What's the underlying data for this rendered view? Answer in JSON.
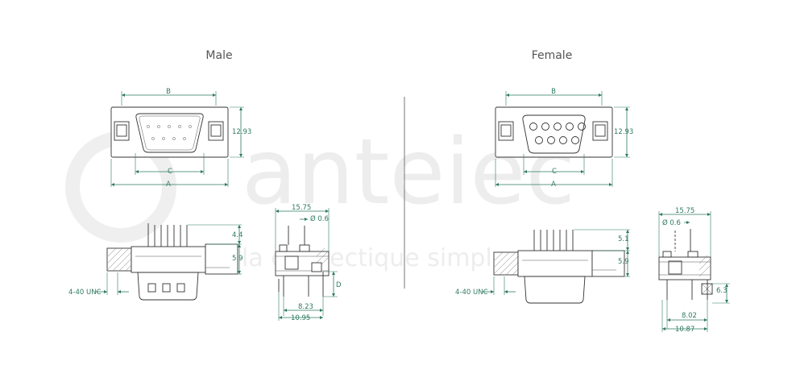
{
  "watermark": {
    "logo": "anteiec",
    "tagline": "la connectique simplement"
  },
  "male": {
    "title": "Male",
    "dims": {
      "B": "B",
      "C": "C",
      "A": "A",
      "height": "12.93",
      "d_4_4": "4.4",
      "d_5_9": "5.9",
      "thread": "4-40 UNC",
      "d_15_75": "15.75",
      "d_dia": "Ø 0.6",
      "D": "D",
      "d_8_23": "8.23",
      "d_10_95": "10.95"
    }
  },
  "female": {
    "title": "Female",
    "dims": {
      "B": "B",
      "C": "C",
      "A": "A",
      "height": "12.93",
      "d_5_1": "5.1",
      "d_5_9": "5.9",
      "thread": "4-40 UNC",
      "d_15_75": "15.75",
      "d_dia": "Ø 0.6",
      "d_6_3": "6.3",
      "d_8_02": "8.02",
      "d_10_87": "10.87"
    }
  },
  "colors": {
    "dimension": "#2e7a5e",
    "outline": "#333333",
    "watermark": "#ededed"
  }
}
